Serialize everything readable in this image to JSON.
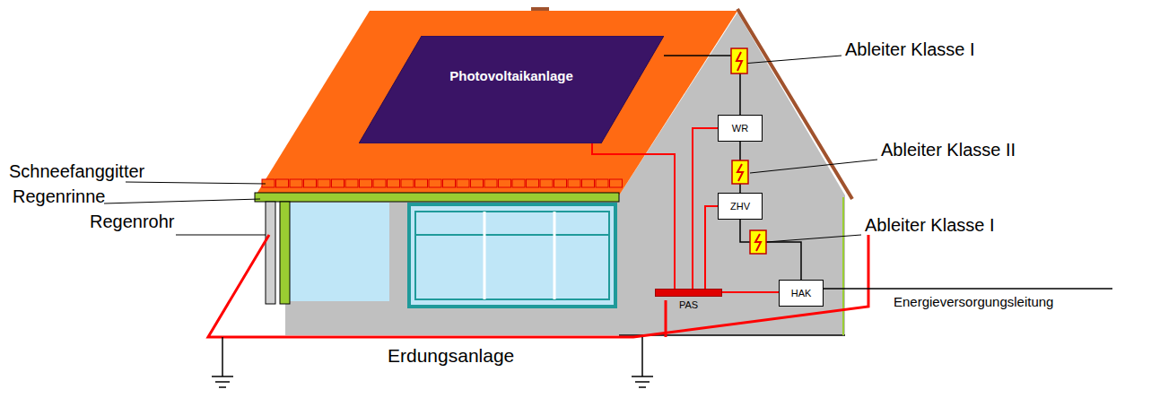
{
  "diagram": {
    "nodes": [
      {
        "text": [
          "Photovoltaikanlage"
        ]
      },
      {
        "text": [
          "WR"
        ]
      },
      {
        "text": [
          "ZHV"
        ]
      },
      {
        "text": [
          "PAS"
        ]
      },
      {
        "text": [
          "HAK"
        ]
      }
    ],
    "edges": [
      {
        "from": 0,
        "to": 1,
        "arrow": "none"
      },
      {
        "from": 1,
        "to": 2,
        "arrow": "none"
      },
      {
        "from": 2,
        "to": 4,
        "arrow": "none"
      },
      {
        "from": 0,
        "to": 3,
        "arrow": "none"
      },
      {
        "from": 1,
        "to": 3,
        "arrow": "none"
      },
      {
        "from": 2,
        "to": 3,
        "arrow": "none"
      },
      {
        "from": 4,
        "to": 3,
        "arrow": "none"
      }
    ],
    "labels": [
      "Ableiter Klasse I",
      "Ableiter Klasse II",
      "Ableiter Klasse I",
      "Schneefanggitter",
      "Regenrinne",
      "Regenrohr",
      "Energieversorgungsleitung",
      "Erdungsanlage"
    ]
  }
}
